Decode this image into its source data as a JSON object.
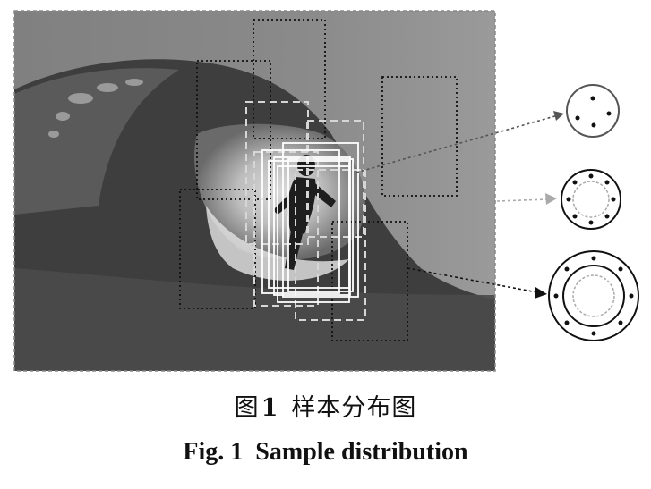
{
  "figure": {
    "caption_cn_prefix": "图",
    "caption_cn_number": "1",
    "caption_cn_text": "样本分布图",
    "caption_en_prefix": "Fig.",
    "caption_en_number": "1",
    "caption_en_text": "Sample distribution"
  },
  "colors": {
    "photo_background": "#7a7a7a",
    "wave_dark": "#3a3a3a",
    "foam_light": "#e8e8e8",
    "dotted_box": "#111111",
    "dashed_box": "#d8d8d8",
    "solid_box": "#ffffff",
    "circle_stroke": "#111111",
    "inner_dashed_circle": "#aaaaaa"
  },
  "samples": {
    "groups": [
      {
        "style": "solid-white",
        "count": 6,
        "sampling_level": "near"
      },
      {
        "style": "dashed-light",
        "count": 5,
        "sampling_level": "middle"
      },
      {
        "style": "dotted-black",
        "count": 5,
        "sampling_level": "far"
      }
    ]
  },
  "sampling_circles": [
    {
      "dots": 4,
      "inner_rings": 0
    },
    {
      "dots": 8,
      "inner_rings": 1
    },
    {
      "dots": 8,
      "inner_rings": 2
    }
  ]
}
